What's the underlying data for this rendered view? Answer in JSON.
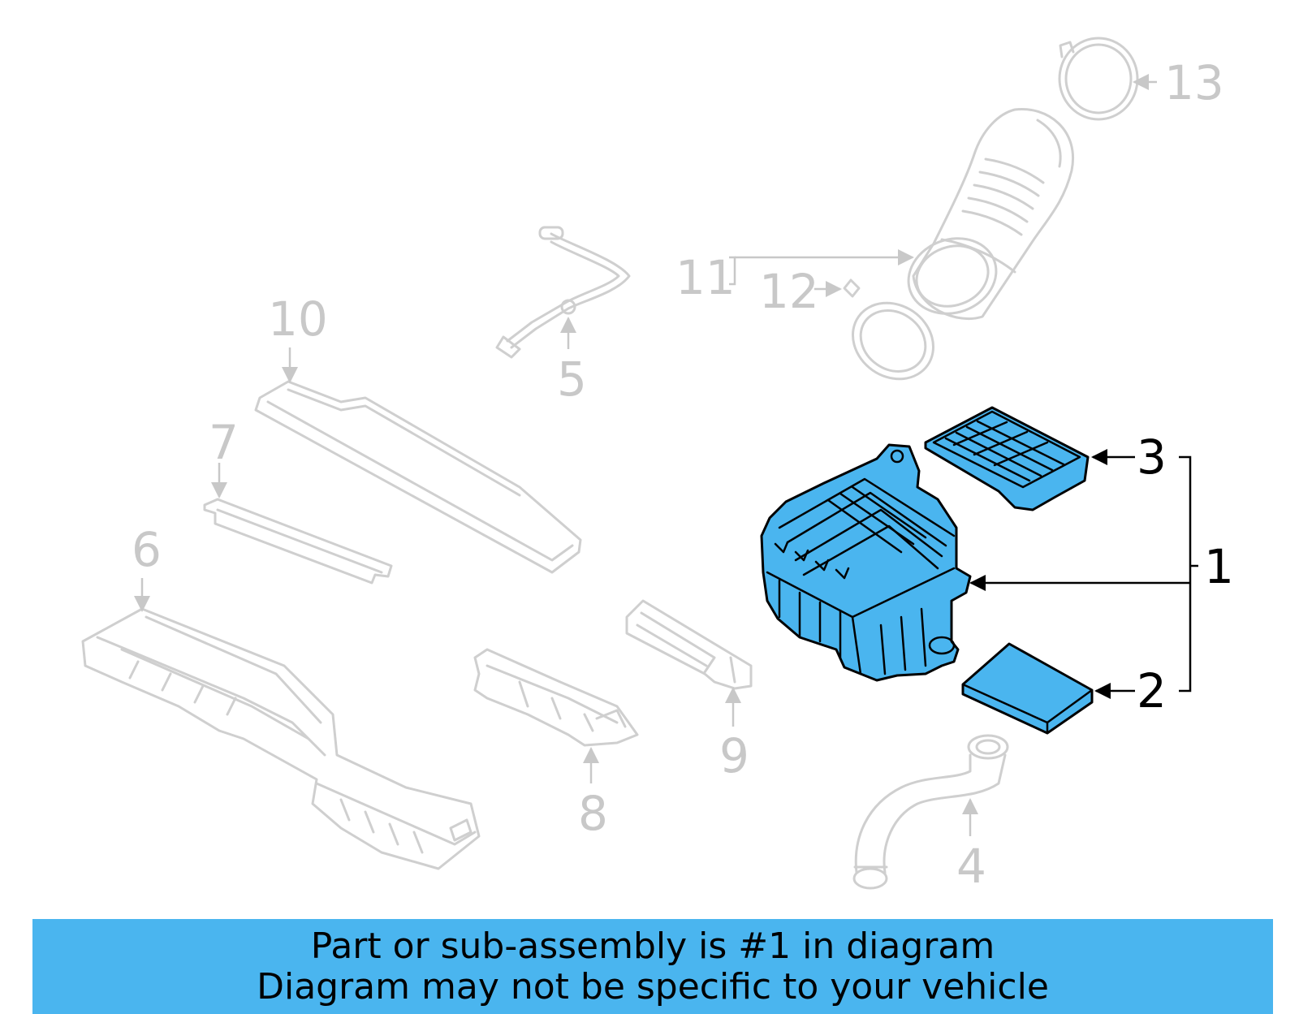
{
  "callouts": {
    "c1": "1",
    "c2": "2",
    "c3": "3",
    "c4": "4",
    "c5": "5",
    "c6": "6",
    "c7": "7",
    "c8": "8",
    "c9": "9",
    "c10": "10",
    "c11": "11",
    "c12": "12",
    "c13": "13"
  },
  "highlight_color": "#4ab5ef",
  "banner": {
    "line1": "Part or sub-assembly is #1 in diagram",
    "line2": "Diagram may not be specific to your vehicle"
  }
}
